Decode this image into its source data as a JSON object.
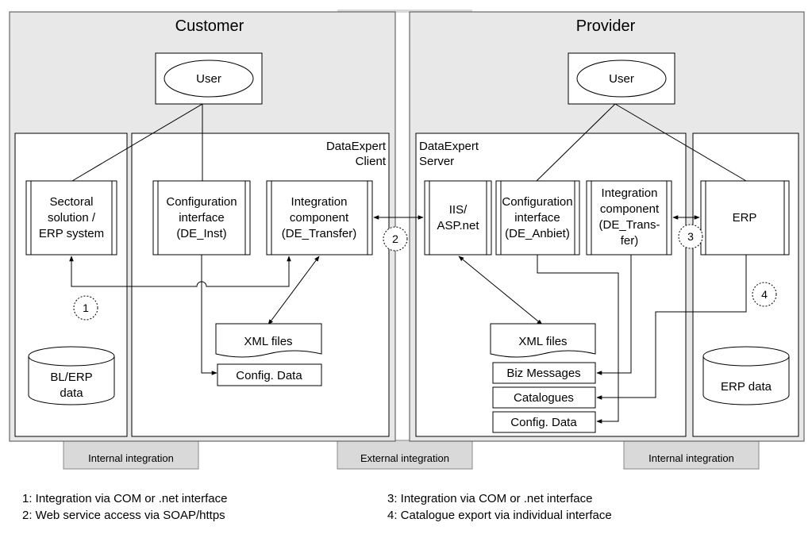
{
  "customer": {
    "title": "Customer",
    "user": "User",
    "sectoral": [
      "Sectoral",
      "solution /",
      "ERP system"
    ],
    "client_label": [
      "DataExpert",
      "Client"
    ],
    "config_interface": [
      "Configuration",
      "interface",
      "(DE_Inst)"
    ],
    "integration_component": [
      "Integration",
      "component",
      "(DE_Transfer)"
    ],
    "xml_files": "XML files",
    "config_data": "Config. Data",
    "bl_erp_data": [
      "BL/ERP",
      "data"
    ],
    "internal_integration": "Internal integration"
  },
  "provider": {
    "title": "Provider",
    "user": "User",
    "server_label": [
      "DataExpert",
      "Server"
    ],
    "iis": [
      "IIS/",
      "ASP.net"
    ],
    "config_interface": [
      "Configuration",
      "interface",
      "(DE_Anbiet)"
    ],
    "integration_component": [
      "Integration",
      "component",
      "(DE_Trans-",
      "fer)"
    ],
    "erp": "ERP",
    "xml_files": "XML files",
    "biz_messages": "Biz Messages",
    "catalogues": "Catalogues",
    "config_data": "Config. Data",
    "erp_data": "ERP data",
    "internal_integration": "Internal integration"
  },
  "external_integration": "External integration",
  "markers": [
    "1",
    "2",
    "3",
    "4"
  ],
  "legend": {
    "l1": "1: Integration via COM or .net interface",
    "l2": "2: Web service access via SOAP/https",
    "l3": "3: Integration via COM or .net interface",
    "l4": "4: Catalogue export via individual interface"
  },
  "colors": {
    "panel": "#e8e8e8",
    "integration_bar": "#d9d9d9",
    "box": "#ffffff",
    "line": "#000000"
  }
}
